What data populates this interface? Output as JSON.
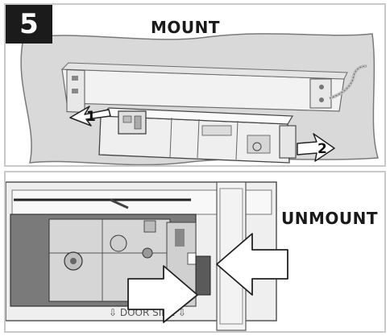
{
  "step_number": "5",
  "mount": {
    "title": "MOUNT",
    "callout_1": "1",
    "callout_2": "2"
  },
  "unmount": {
    "title": "UNMOUNT",
    "door_side_label": "⇩  DOOR SIDE  ⇩"
  },
  "colors": {
    "wall": "#d9d9d9",
    "housing": "#efefef",
    "badge": "#1b1b1b",
    "border": "#c9c9c9"
  }
}
